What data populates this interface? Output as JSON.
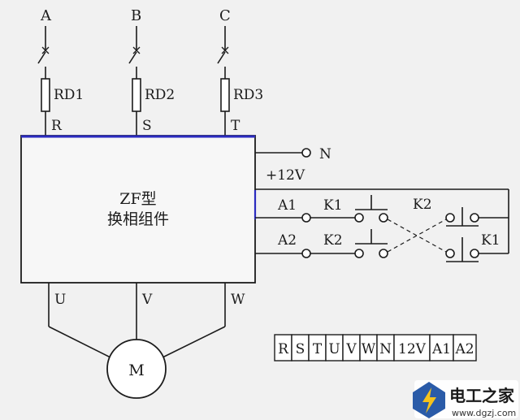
{
  "phases": [
    "A",
    "B",
    "C"
  ],
  "fuses": [
    "RD1",
    "RD2",
    "RD3"
  ],
  "module_inputs": [
    "R",
    "S",
    "T"
  ],
  "module": {
    "line1": "ZF型",
    "line2": "换相组件"
  },
  "module_outputs": [
    "U",
    "V",
    "W"
  ],
  "motor_label": "M",
  "right_terminals": {
    "n": "N",
    "v12": "+12V",
    "a1": "A1",
    "a2": "A2"
  },
  "switches": {
    "k1_left": "K1",
    "k2_left": "K2",
    "k2_right": "K2",
    "k1_right": "K1"
  },
  "terminal_strip": [
    "R",
    "S",
    "T",
    "U",
    "V",
    "W",
    "N",
    "12V",
    "A1",
    "A2"
  ],
  "watermark": {
    "name": "电工之家",
    "url": "www.dgzj.com"
  },
  "colors": {
    "module_top_edge": "#2b2bbf",
    "ink": "#1c1c1c"
  }
}
